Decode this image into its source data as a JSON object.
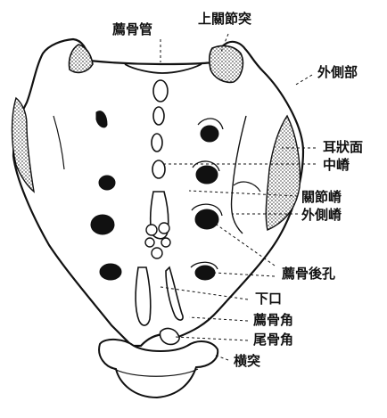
{
  "labels": {
    "sacral_canal": "薦骨管",
    "superior_articular_process": "上關節突",
    "lateral_part": "外側部",
    "auricular_surface": "耳狀面",
    "median_crest": "中嵴",
    "articular_crest": "關節嵴",
    "lateral_crest": "外側嵴",
    "posterior_sacral_foramina": "薦骨後孔",
    "inferior_opening": "下口",
    "sacral_cornu": "薦骨角",
    "coccygeal_cornu": "尾骨角",
    "transverse_process": "横突"
  },
  "colors": {
    "ink": "#111111",
    "paper": "#ffffff",
    "stipple": "#9a9a9a"
  }
}
